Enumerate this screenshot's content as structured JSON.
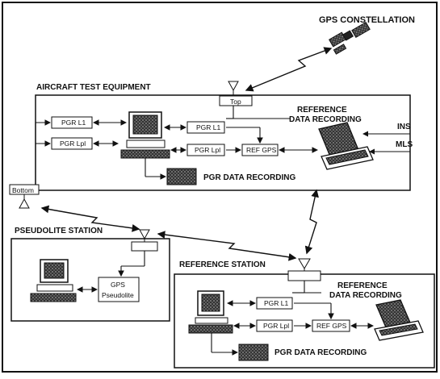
{
  "diagram": {
    "gps_constellation": "GPS CONSTELLATION",
    "aircraft_test_equipment": "AIRCRAFT TEST EQUIPMENT",
    "top_antenna": "Top",
    "bottom_antenna": "Bottom",
    "reference_data_recording": "REFERENCE",
    "reference_data_recording_2": "DATA RECORDING",
    "ins": "INS",
    "mls": "MLS",
    "pgr_l1": "PGR L1",
    "pgr_lpl": "PGR Lpl",
    "ref_gps": "REF GPS",
    "pgr_data_recording": "PGR DATA RECORDING",
    "pseudolite_station": "PSEUDOLITE STATION",
    "gps_pseudolite_1": "GPS",
    "gps_pseudolite_2": "Pseudolite",
    "reference_station": "REFERENCE STATION",
    "ref_station_recording": "REFERENCE",
    "ref_station_recording_2": "DATA RECORDING",
    "ref_pgr_l1": "PGR L1",
    "ref_pgr_lpl": "PGR Lpl",
    "ref_ref_gps": "REF GPS",
    "ref_pgr_data_recording": "PGR DATA RECORDING"
  }
}
